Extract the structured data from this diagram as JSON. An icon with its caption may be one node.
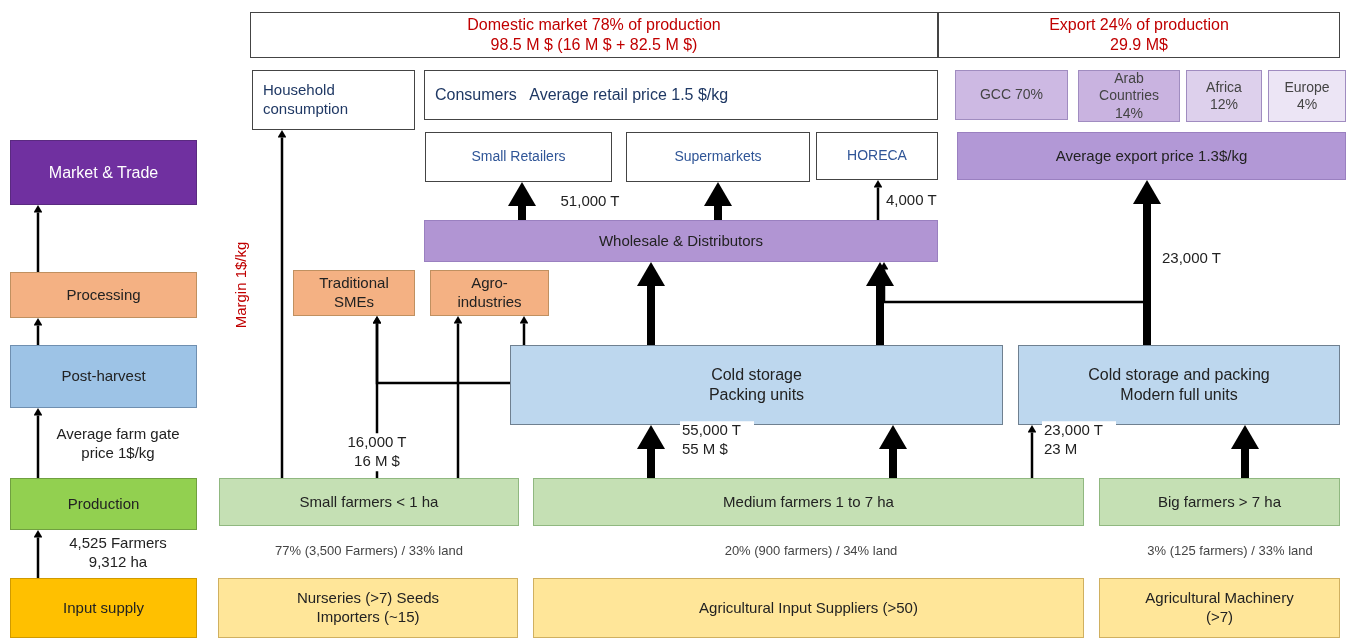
{
  "diagram": {
    "nodes": [
      {
        "text": [
          "Domestic market 78% of production 98.5 M $ (16 M $ + 82.5 M $)"
        ]
      },
      {
        "text": [
          "Export 24% of production 29.9 M$"
        ]
      },
      {
        "text": [
          "Market & Trade"
        ]
      },
      {
        "text": [
          "Household consumption"
        ]
      },
      {
        "text": [
          "Consumers   Average retail price 1.5 $/kg"
        ]
      },
      {
        "text": [
          "GCC 70%"
        ]
      },
      {
        "text": [
          "Arab Countries 14%"
        ]
      },
      {
        "text": [
          "Africa 12%"
        ]
      },
      {
        "text": [
          "Europe 4%"
        ]
      },
      {
        "text": [
          "Small Retailers"
        ]
      },
      {
        "text": [
          "Supermarkets"
        ]
      },
      {
        "text": [
          "HORECA"
        ]
      },
      {
        "text": [
          "Average export price 1.3$/kg"
        ]
      },
      {
        "text": [
          "Wholesale & Distributors"
        ]
      },
      {
        "text": [
          "Processing"
        ]
      },
      {
        "text": [
          "Traditional SMEs"
        ]
      },
      {
        "text": [
          "Agro-industries"
        ]
      },
      {
        "text": [
          "Post-harvest"
        ]
      },
      {
        "text": [
          "Cold storage Packing units"
        ]
      },
      {
        "text": [
          "Cold storage and packing Modern full units"
        ]
      },
      {
        "text": [
          "Production"
        ]
      },
      {
        "text": [
          "Small farmers < 1 ha"
        ],
        "beside": [
          "77% (3,500 Farmers) / 33% land"
        ]
      },
      {
        "text": [
          "Medium farmers 1 to 7 ha"
        ],
        "beside": [
          "20% (900 farmers) / 34% land"
        ]
      },
      {
        "text": [
          "Big farmers > 7 ha"
        ],
        "beside": [
          "3% (125 farmers) / 33% land"
        ]
      },
      {
        "text": [
          "Input supply"
        ]
      },
      {
        "text": [
          "Nurseries (>7) Seeds Importers (~15)"
        ]
      },
      {
        "text": [
          "Agricultural Input Suppliers (>50)"
        ]
      },
      {
        "text": [
          "Agricultural Machinery (>7)"
        ]
      }
    ],
    "edges": [
      {
        "from": 24,
        "to": 20,
        "arrow": "to",
        "label": "4,525 Farmers 9,312 ha"
      },
      {
        "from": 20,
        "to": 17,
        "arrow": "to",
        "label": "Average farm gate price 1$/kg"
      },
      {
        "from": 17,
        "to": 14,
        "arrow": "to"
      },
      {
        "from": 14,
        "to": 2,
        "arrow": "to"
      },
      {
        "from": 21,
        "to": 3,
        "arrow": "to"
      },
      {
        "from": 21,
        "to": 15,
        "arrow": "to",
        "label": "16,000 T 16 M $"
      },
      {
        "from": 21,
        "to": 16,
        "arrow": "to"
      },
      {
        "from": 18,
        "to": 15,
        "arrow": "to"
      },
      {
        "from": 18,
        "to": 16,
        "arrow": "to"
      },
      {
        "from": 22,
        "to": 18,
        "arrow": "to",
        "style": "thick",
        "label": "55,000 T 55 M $"
      },
      {
        "from": 22,
        "to": 18,
        "arrow": "to",
        "style": "thick"
      },
      {
        "from": 22,
        "to": 19,
        "arrow": "to",
        "label": "23,000 T 23 M"
      },
      {
        "from": 23,
        "to": 19,
        "arrow": "to",
        "style": "thick"
      },
      {
        "from": 18,
        "to": 13,
        "arrow": "to",
        "style": "thick"
      },
      {
        "from": 18,
        "to": 13,
        "arrow": "to",
        "style": "thick"
      },
      {
        "from": 19,
        "to": 12,
        "arrow": "to",
        "style": "thick",
        "label": "23,000 T"
      },
      {
        "from": 19,
        "to": 13,
        "arrow": "to"
      },
      {
        "from": 13,
        "to": 9,
        "arrow": "to",
        "style": "thick"
      },
      {
        "from": 13,
        "to": 10,
        "arrow": "to",
        "style": "thick"
      },
      {
        "from": 13,
        "to": 11,
        "arrow": "to",
        "label": "4,000 T"
      }
    ],
    "labels": [
      "Margin 1$/kg",
      "51,000 T"
    ]
  }
}
